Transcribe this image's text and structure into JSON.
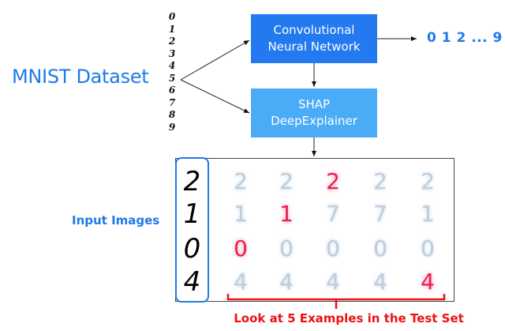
{
  "title": "MNIST Dataset",
  "dataset_digits": [
    "0",
    "1",
    "2",
    "3",
    "4",
    "5",
    "6",
    "7",
    "8",
    "9"
  ],
  "boxes": {
    "cnn": {
      "line1": "Convolutional",
      "line2": "Neural Network",
      "color": "#2279f0"
    },
    "shap": {
      "line1": "SHAP",
      "line2": "DeepExplainer",
      "color": "#4aabf7"
    }
  },
  "output_label": "0 1 2 ... 9",
  "input_label": "Input Images",
  "input_digits": [
    "2",
    "1",
    "0",
    "4"
  ],
  "shap_grid": {
    "rows": [
      {
        "digit": "2",
        "cells": [
          "2",
          "2",
          "2",
          "2",
          "2"
        ],
        "highlight_index": 2
      },
      {
        "digit": "1",
        "cells": [
          "1",
          "1",
          "7",
          "7",
          "1"
        ],
        "highlight_index": 1
      },
      {
        "digit": "0",
        "cells": [
          "0",
          "0",
          "0",
          "0",
          "0"
        ],
        "highlight_index": 0
      },
      {
        "digit": "4",
        "cells": [
          "4",
          "4",
          "4",
          "4",
          "4"
        ],
        "highlight_index": 4
      }
    ],
    "colors": {
      "positive": "#ee1c53",
      "negative": "#4a9be8",
      "neutral": "#c4ccd6"
    }
  },
  "caption": "Look at 5 Examples in the Test Set",
  "colors": {
    "accent_blue": "#1f7ae8",
    "caption_red": "#ee1111"
  }
}
